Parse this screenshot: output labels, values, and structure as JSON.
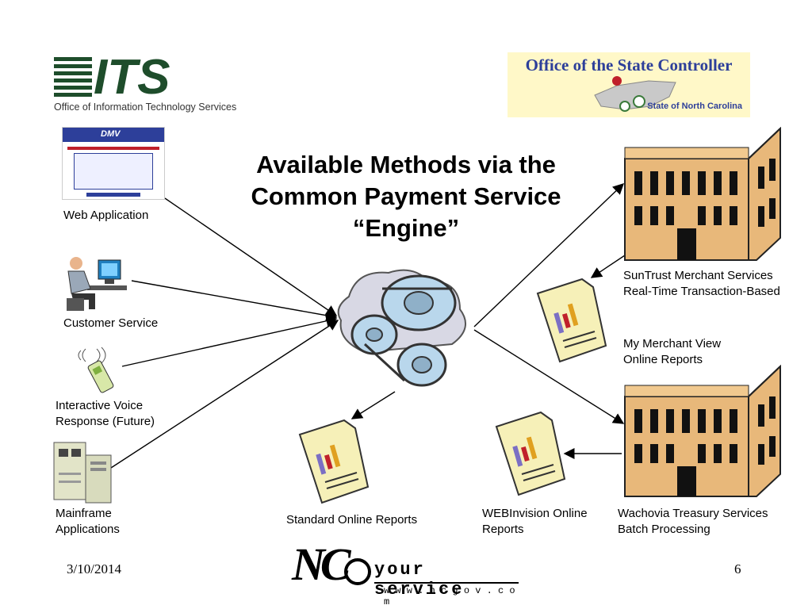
{
  "title_lines": [
    "Available Methods via the",
    "Common Payment Service",
    "“Engine”"
  ],
  "its_logo": {
    "text": "ITS",
    "subtitle": "Office of Information Technology Services"
  },
  "osc_logo": {
    "title": "Office of the  State Controller",
    "subtitle": "State of North Carolina"
  },
  "web_thumbnail": {
    "brand": "DMV"
  },
  "inputs": {
    "web_application": "Web Application",
    "customer_service": "Customer Service",
    "ivr": [
      "Interactive Voice",
      "Response (Future)"
    ],
    "mainframe": [
      "Mainframe",
      "Applications"
    ]
  },
  "outputs": {
    "suntrust": [
      "SunTrust Merchant Services",
      "Real-Time Transaction-Based"
    ],
    "my_merchant": [
      "My Merchant View",
      "Online Reports"
    ],
    "wachovia": [
      "Wachovia Treasury Services",
      "Batch Processing"
    ],
    "webinvision": [
      "WEBInvision Online",
      "Reports"
    ],
    "standard": "Standard Online Reports"
  },
  "footer": {
    "date": "3/10/2014",
    "page": "6",
    "nc_logo": {
      "main": "NC",
      "tagline": "your service",
      "url": "w w w . n c g o v . c o m"
    }
  },
  "colors": {
    "engine_gear": "#b9d7ec",
    "report_page": "#f6f0b8",
    "building": "#e8b87a",
    "osc_navy": "#2d3f9a"
  }
}
